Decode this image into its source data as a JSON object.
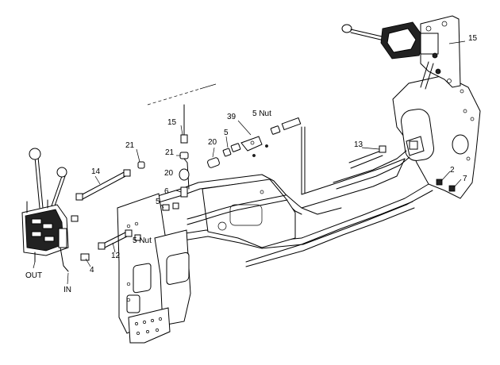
{
  "callouts": {
    "c15_top": "15",
    "c39": "39",
    "c5nut_top": "5 Nut",
    "c15_left": "15",
    "c5_mid": "5",
    "c21_a": "21",
    "c20_a": "20",
    "c13": "13",
    "c21_b": "21",
    "c20_b": "20",
    "c14": "14",
    "c6": "6",
    "c2": "2",
    "c7": "7",
    "c5_low": "5",
    "c5nut_low": "5 Nut",
    "c12": "12",
    "c4": "4",
    "out": "OUT",
    "in": "IN"
  }
}
